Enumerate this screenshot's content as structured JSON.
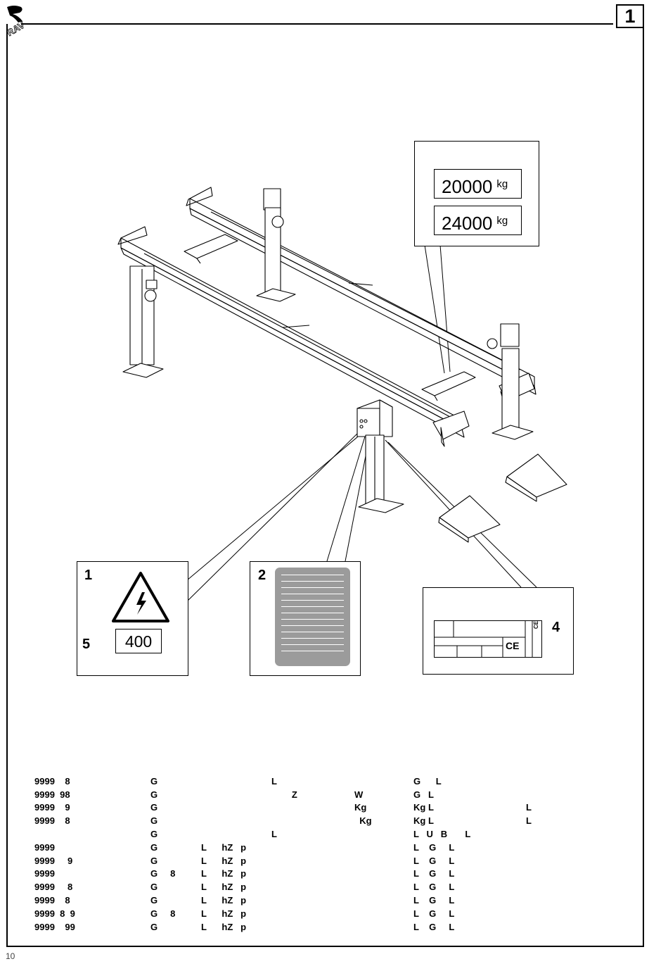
{
  "header": {
    "page_number": "1",
    "logo_icon": "ravaglioli-logo-icon"
  },
  "capacities": [
    {
      "value": "20000",
      "unit": "kg"
    },
    {
      "value": "24000",
      "unit": "kg"
    }
  ],
  "labels": {
    "warning": {
      "number_top": "1",
      "number_bottom": "5",
      "voltage": "400",
      "icon": "high-voltage-warning-icon"
    },
    "instructions": {
      "number": "2"
    },
    "nameplate": {
      "number": "4",
      "ce_mark": "CE",
      "small_ce": "CE"
    }
  },
  "spec_rows": [
    [
      "9999    8",
      "G",
      "",
      "L",
      "",
      "G      L",
      ""
    ],
    [
      "9999  98",
      "G",
      "",
      "        Z",
      "W",
      "G   L",
      ""
    ],
    [
      "9999    9",
      "G",
      "",
      "",
      "Kg",
      "Kg L",
      "L"
    ],
    [
      "9999    8",
      "G",
      "",
      "",
      "  Kg",
      "Kg L",
      "L"
    ],
    [
      "",
      "G",
      "",
      "L",
      "",
      "L   U   B       L",
      ""
    ],
    [
      "9999",
      "G",
      "L      hZ   p",
      "",
      "",
      "L    G     L",
      ""
    ],
    [
      "9999     9",
      "G",
      "L      hZ   p",
      "",
      "",
      "L    G     L",
      ""
    ],
    [
      "9999",
      "G     8",
      "L      hZ   p",
      "",
      "",
      "L    G     L",
      ""
    ],
    [
      "9999     8",
      "G",
      "L      hZ   p",
      "",
      "",
      "L    G     L",
      ""
    ],
    [
      "9999    8",
      "G",
      "L      hZ   p",
      "",
      "",
      "L    G     L",
      ""
    ],
    [
      "9999  8  9",
      "G     8",
      "L      hZ   p",
      "",
      "",
      "L    G     L",
      ""
    ],
    [
      "9999    99",
      "G",
      "L      hZ   p",
      "",
      "",
      "L    G     L",
      ""
    ]
  ],
  "footer": {
    "page": "10"
  }
}
